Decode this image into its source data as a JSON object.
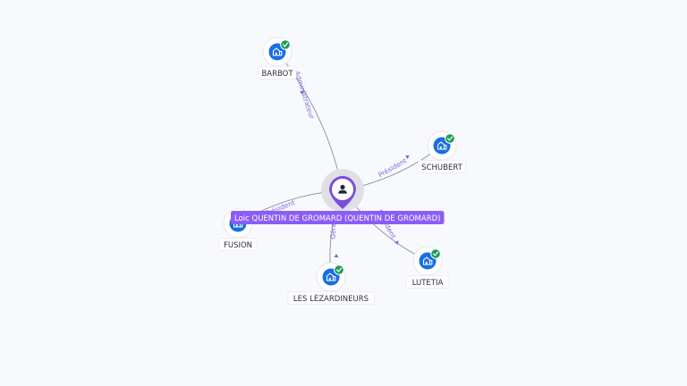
{
  "person": {
    "label": "Loic QUENTIN DE GROMARD (QUENTIN DE GROMARD)",
    "icon": "person-icon",
    "color": "#8b5cf6"
  },
  "companies": [
    {
      "key": "barbot",
      "name": "BARBOT",
      "role": "Administrateur",
      "verified": true
    },
    {
      "key": "schubert",
      "name": "SCHUBERT",
      "role": "Président",
      "verified": true
    },
    {
      "key": "lutetia",
      "name": "LUTETIA",
      "role": "Président",
      "verified": true
    },
    {
      "key": "les-lezardineurs",
      "name": "LES LÉZARDINEURS",
      "role": "Gérant",
      "verified": true
    },
    {
      "key": "fusion",
      "name": "FUSION",
      "role": "Président",
      "verified": false
    }
  ],
  "colors": {
    "company_node": "#1a6fe0",
    "verified_badge": "#1f9d55",
    "edge_label": "#7a6ad8",
    "edge_line": "#8a8f99"
  }
}
